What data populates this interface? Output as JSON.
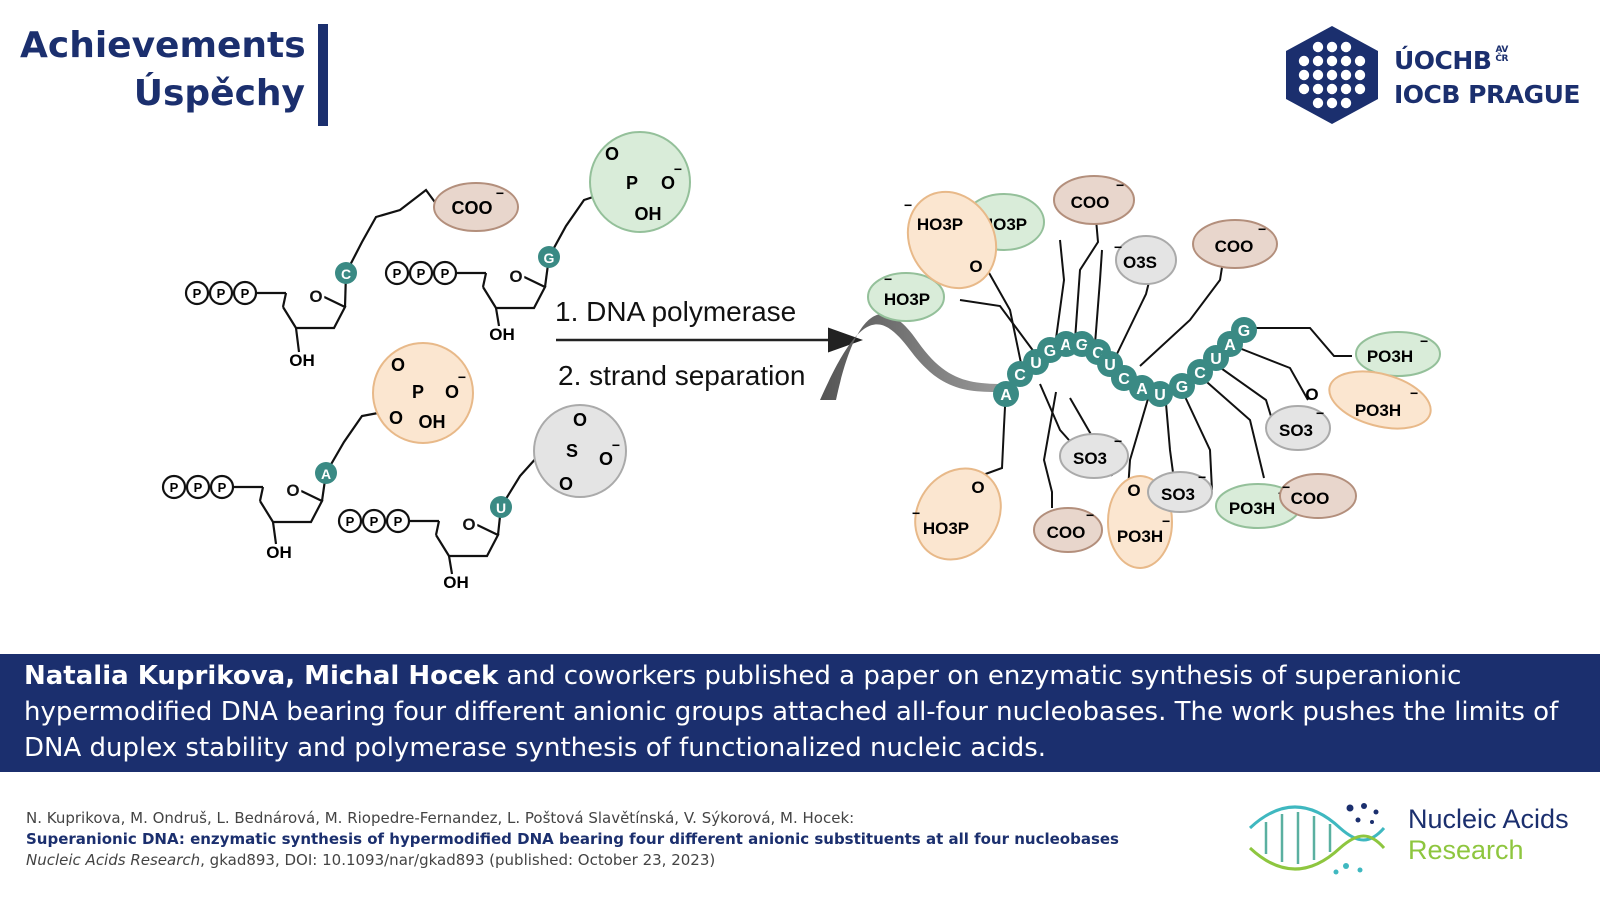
{
  "header": {
    "title_en": "Achievements",
    "title_cz": "Úspěchy"
  },
  "iocb": {
    "line1": "ÚOCHB",
    "sup_top": "AV",
    "sup_bottom": "ČR",
    "line2": "IOCB PRAGUE"
  },
  "scheme": {
    "step1": "1. DNA polymerase",
    "step2": "2. strand separation",
    "triphosphate": "P",
    "oh": "OH",
    "ring_o": "O",
    "nucleobases": [
      "C",
      "G",
      "A",
      "U"
    ],
    "labels": {
      "coo": "COO",
      "phosphonate_p": "P",
      "phosphonate_o": "O",
      "phosphonate_oh": "OH",
      "sulfonate_s": "S",
      "minus": "−"
    },
    "strand_sequence": [
      "A",
      "C",
      "U",
      "G",
      "A",
      "G",
      "C",
      "U",
      "C",
      "A",
      "U",
      "G",
      "C",
      "U",
      "A",
      "G"
    ],
    "groups": {
      "ho3p": "HO3P",
      "coo": "COO",
      "o3s": "O3S",
      "po3h": "PO3H",
      "so3": "SO3",
      "o": "O",
      "minus": "−"
    },
    "colors": {
      "teal": "#3a8a84",
      "coo_fill": "#e8d6cc",
      "coo_stroke": "#b38f7c",
      "phosphonate_fill": "#d9ecd9",
      "phosphonate_stroke": "#94c09a",
      "phosphate_fill": "#fbe6d0",
      "phosphate_stroke": "#e8b989",
      "sulfonate_fill": "#e4e4e4",
      "sulfonate_stroke": "#aaaaaa"
    }
  },
  "banner": {
    "authors": "Natalia Kuprikova, Michal Hocek",
    "text": " and coworkers published a paper on enzymatic synthesis of superanionic hypermodified DNA bearing four different anionic groups attached all-four nucleobases. The work pushes the limits of DNA duplex stability and polymerase synthesis of functionalized nucleic acids."
  },
  "citation": {
    "authors": "N. Kuprikova, M. Ondruš, L. Bednárová, M. Riopedre-Fernandez, L. Poštová Slavětínská, V. Sýkorová, M. Hocek:",
    "title": "Superanionic DNA: enzymatic synthesis of hypermodified DNA bearing four different anionic substituents at all four nucleobases",
    "journal": "Nucleic Acids Research",
    "details": ", gkad893, DOI: 10.1093/nar/gkad893 (published: October 23, 2023)"
  },
  "nar": {
    "line1": "Nucleic Acids",
    "line2": "Research"
  }
}
